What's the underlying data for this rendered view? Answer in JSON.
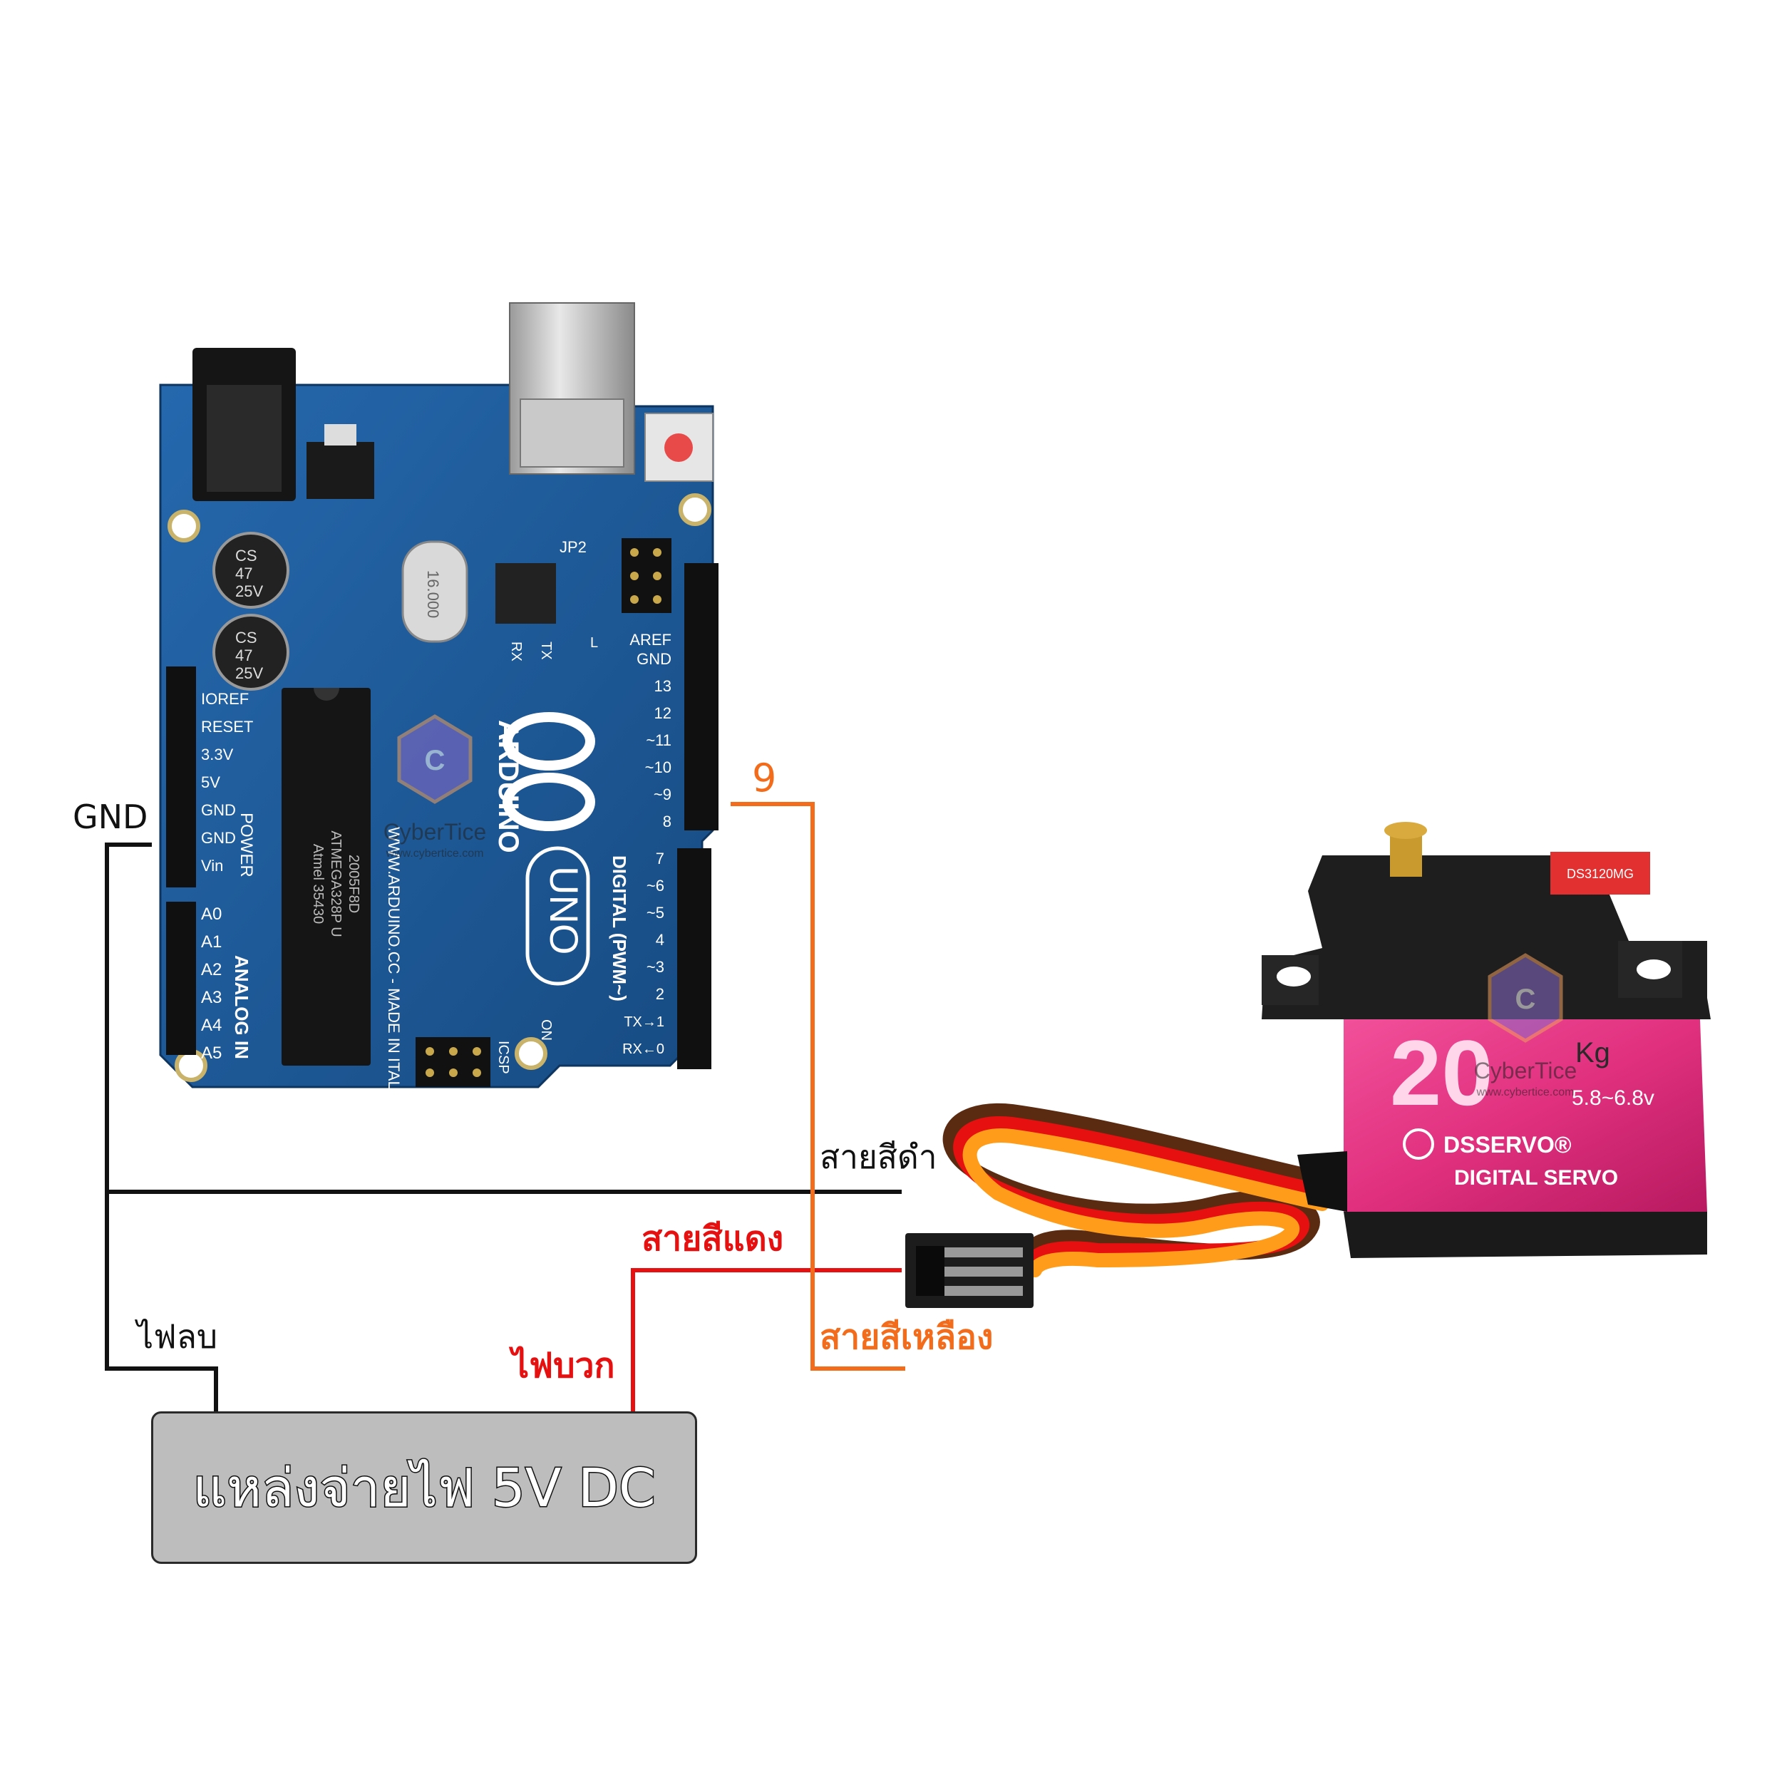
{
  "labels": {
    "gnd": "GND",
    "pin9": "9",
    "black_wire": "สายสีดำ",
    "red_wire": "สายสีแดง",
    "yellow_wire": "สายสีเหลือง",
    "negative": "ไฟลบ",
    "positive": "ไฟบวก"
  },
  "power_supply": {
    "label": "แหล่งจ่ายไฟ 5V DC"
  },
  "arduino": {
    "power_pins": [
      "IOREF",
      "RESET",
      "3.3V",
      "5V",
      "GND",
      "GND",
      "Vin"
    ],
    "analog_pins": [
      "A0",
      "A1",
      "A2",
      "A3",
      "A4",
      "A5"
    ],
    "digital_pins": [
      "AREF",
      "GND",
      "13",
      "12",
      "~11",
      "~10",
      "~9",
      "8",
      "7",
      "~6",
      "~5",
      "4",
      "~3",
      "2",
      "TX→1",
      "RX←0"
    ],
    "power_header": "POWER",
    "analog_header": "ANALOG IN",
    "digital_header": "DIGITAL (PWM~)",
    "brand": "ARDUINO",
    "model": "UNO",
    "site": "WWW.ARDUINO.CC - MADE IN ITALY",
    "cap1": [
      "CS",
      "47",
      "25V"
    ],
    "cap2": [
      "CS",
      "47",
      "25V"
    ],
    "chip": [
      "Atmel 35430",
      "ATMEGA328P U",
      "2005F8D"
    ],
    "crystal": "16.000",
    "led_labels": [
      "RX",
      "TX",
      "L",
      "ON"
    ],
    "jp2": "JP2",
    "icsp": "ICSP"
  },
  "servo": {
    "torque": "20",
    "unit": "Kg",
    "voltage": "5.8~6.8v",
    "brand": "DSSERVO®",
    "type": "DIGITAL SERVO",
    "model_tag": "DS3120MG"
  },
  "watermark": {
    "name": "CyberTice",
    "url": "www.cybertice.com"
  },
  "colors": {
    "black_wire": "#111111",
    "red_wire": "#e61010",
    "orange_wire": "#f26c1c",
    "board_blue": "#1f5b9a",
    "servo_pink": "#e0307e",
    "psu_gray": "#bdbdbd"
  }
}
